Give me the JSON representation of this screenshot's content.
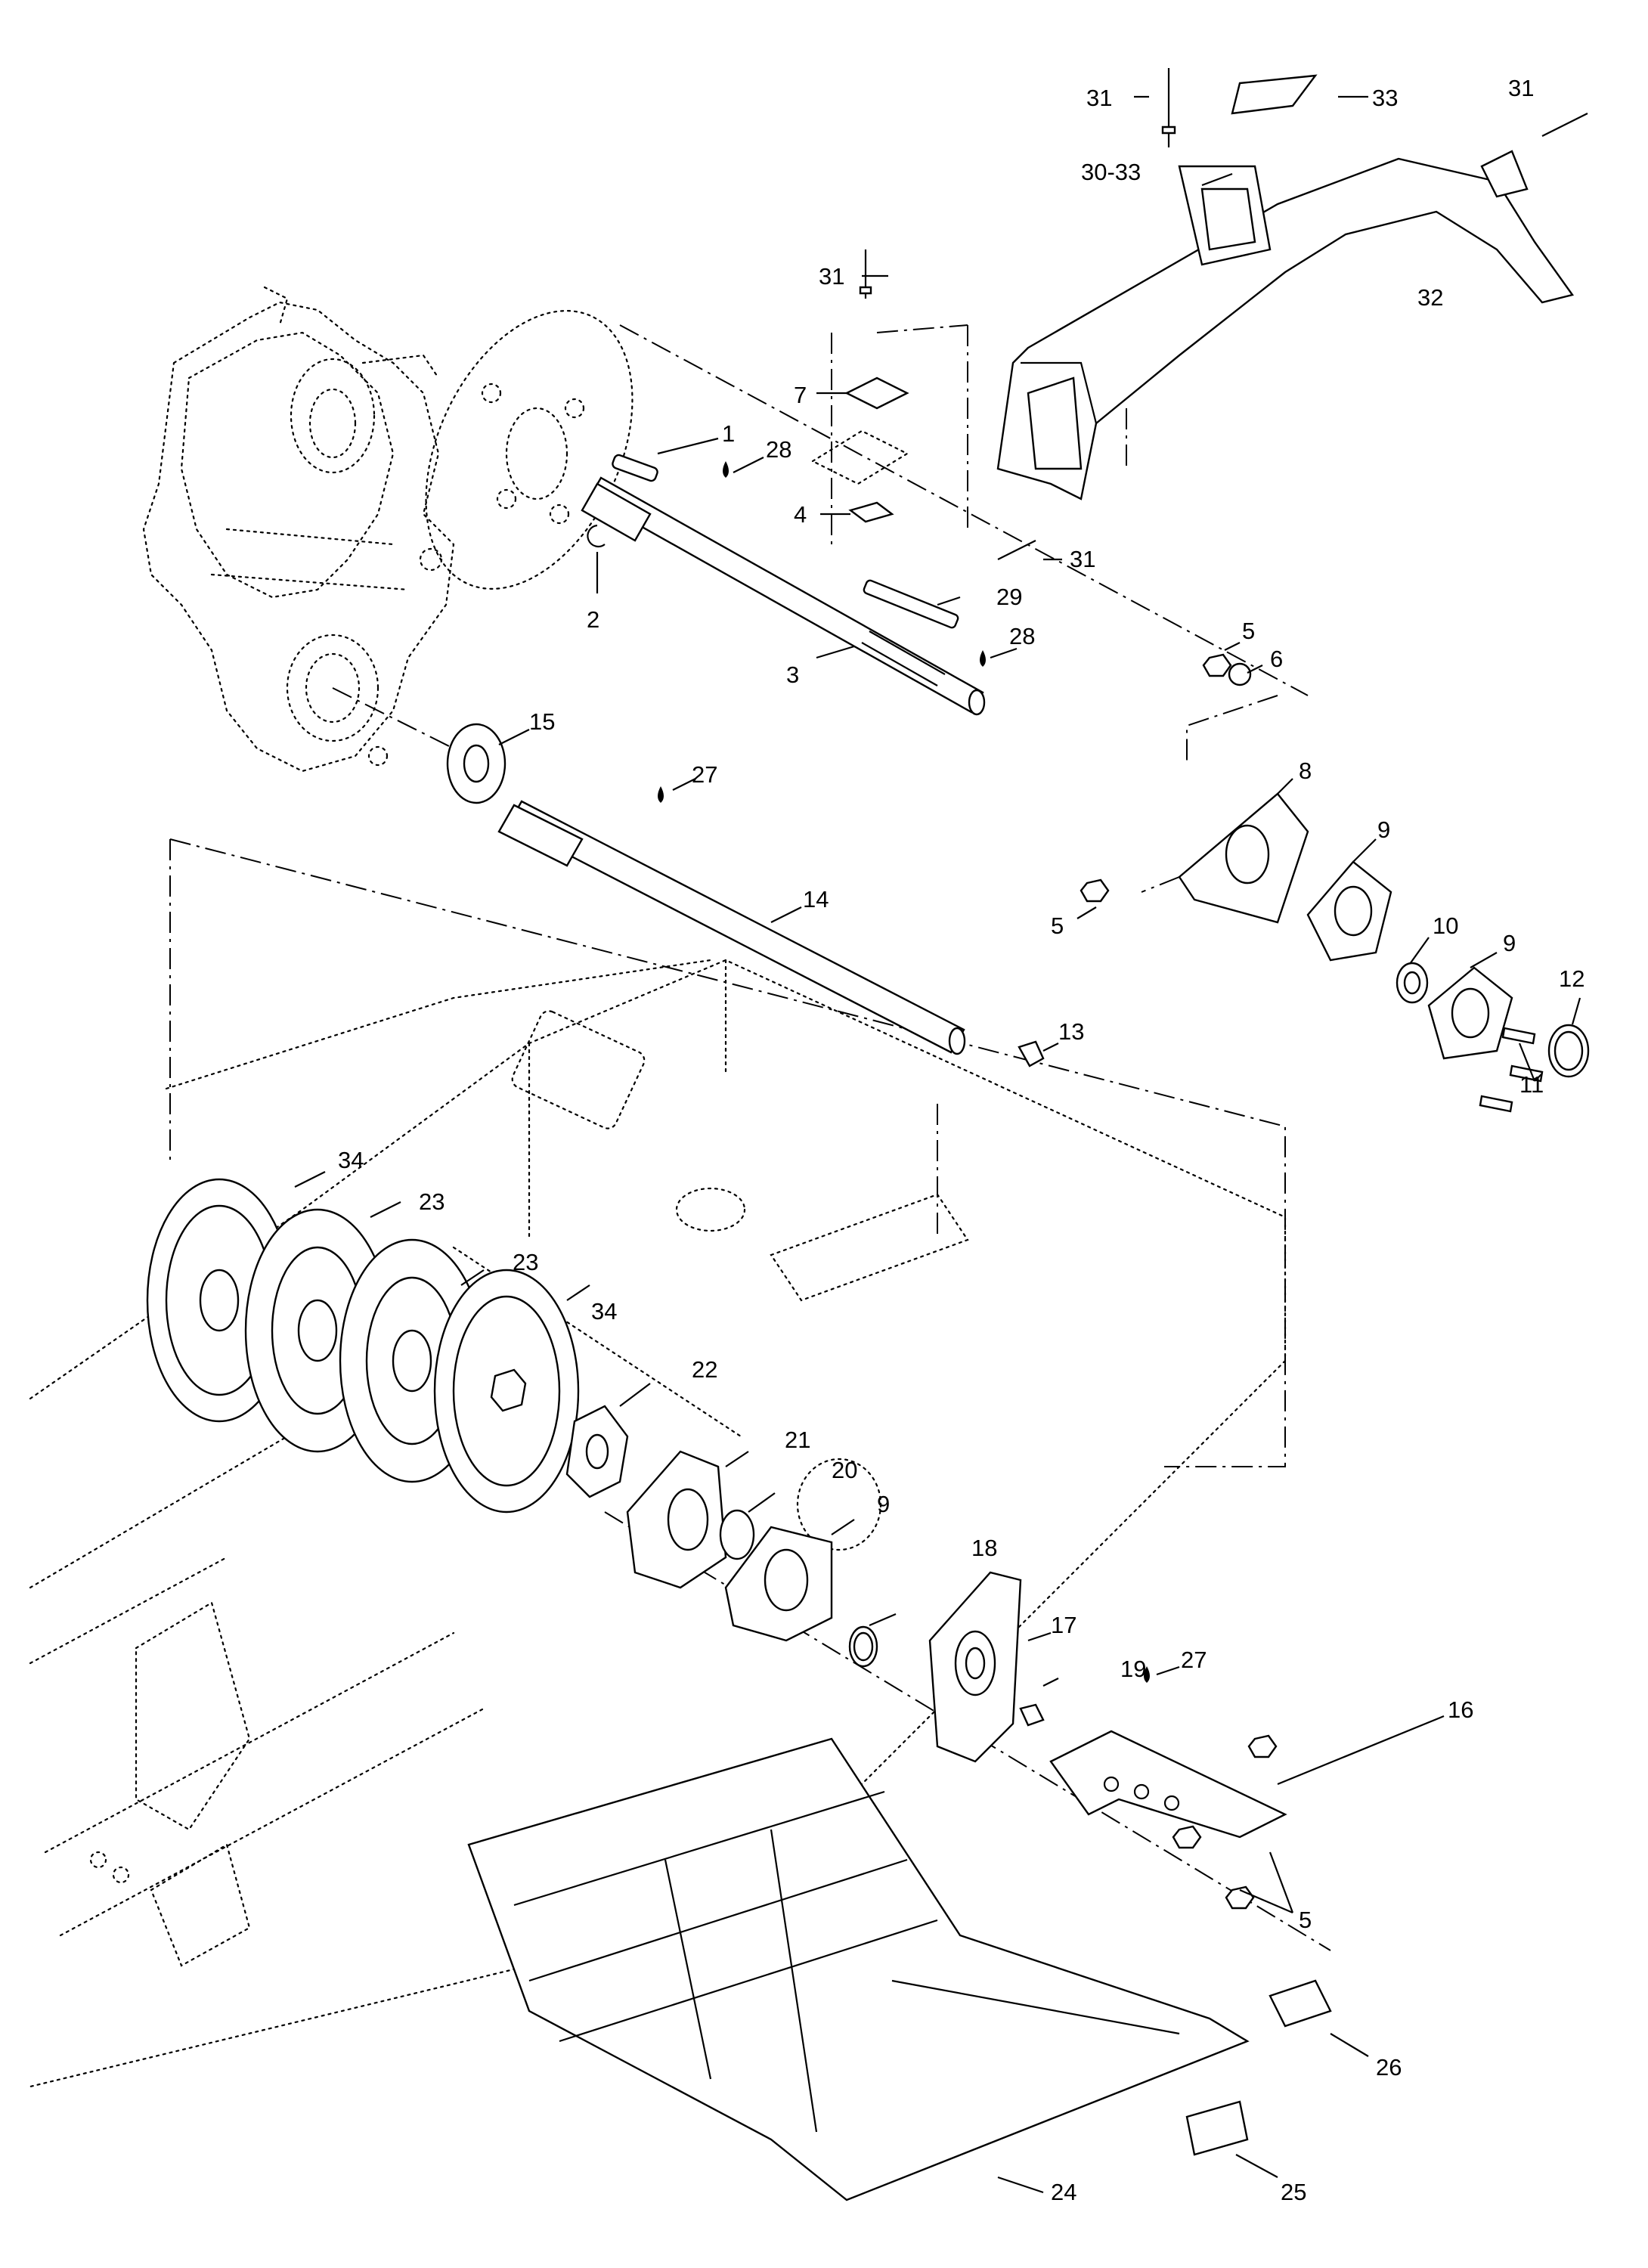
{
  "diagram": {
    "callouts": [
      {
        "id": "c1",
        "text": "1"
      },
      {
        "id": "c2",
        "text": "2"
      },
      {
        "id": "c3",
        "text": "3"
      },
      {
        "id": "c4",
        "text": "4"
      },
      {
        "id": "c5a",
        "text": "5"
      },
      {
        "id": "c5b",
        "text": "5"
      },
      {
        "id": "c5c",
        "text": "5"
      },
      {
        "id": "c6",
        "text": "6"
      },
      {
        "id": "c7",
        "text": "7"
      },
      {
        "id": "c8",
        "text": "8"
      },
      {
        "id": "c9a",
        "text": "9"
      },
      {
        "id": "c9b",
        "text": "9"
      },
      {
        "id": "c9c",
        "text": "9"
      },
      {
        "id": "c10",
        "text": "10"
      },
      {
        "id": "c11",
        "text": "11"
      },
      {
        "id": "c12",
        "text": "12"
      },
      {
        "id": "c13",
        "text": "13"
      },
      {
        "id": "c14",
        "text": "14"
      },
      {
        "id": "c15",
        "text": "15"
      },
      {
        "id": "c16",
        "text": "16"
      },
      {
        "id": "c17",
        "text": "17"
      },
      {
        "id": "c18",
        "text": "18"
      },
      {
        "id": "c19",
        "text": "19"
      },
      {
        "id": "c20",
        "text": "20"
      },
      {
        "id": "c21",
        "text": "21"
      },
      {
        "id": "c22",
        "text": "22"
      },
      {
        "id": "c23a",
        "text": "23"
      },
      {
        "id": "c23b",
        "text": "23"
      },
      {
        "id": "c24",
        "text": "24"
      },
      {
        "id": "c25",
        "text": "25"
      },
      {
        "id": "c26",
        "text": "26"
      },
      {
        "id": "c27a",
        "text": "27"
      },
      {
        "id": "c27b",
        "text": "27"
      },
      {
        "id": "c28a",
        "text": "28"
      },
      {
        "id": "c28b",
        "text": "28"
      },
      {
        "id": "c29",
        "text": "29"
      },
      {
        "id": "c30-33",
        "text": "30-33"
      },
      {
        "id": "c31a",
        "text": "31"
      },
      {
        "id": "c31b",
        "text": "31"
      },
      {
        "id": "c31c",
        "text": "31"
      },
      {
        "id": "c31d",
        "text": "31"
      },
      {
        "id": "c32",
        "text": "32"
      },
      {
        "id": "c33",
        "text": "33"
      },
      {
        "id": "c34a",
        "text": "34"
      },
      {
        "id": "c34b",
        "text": "34"
      }
    ]
  }
}
